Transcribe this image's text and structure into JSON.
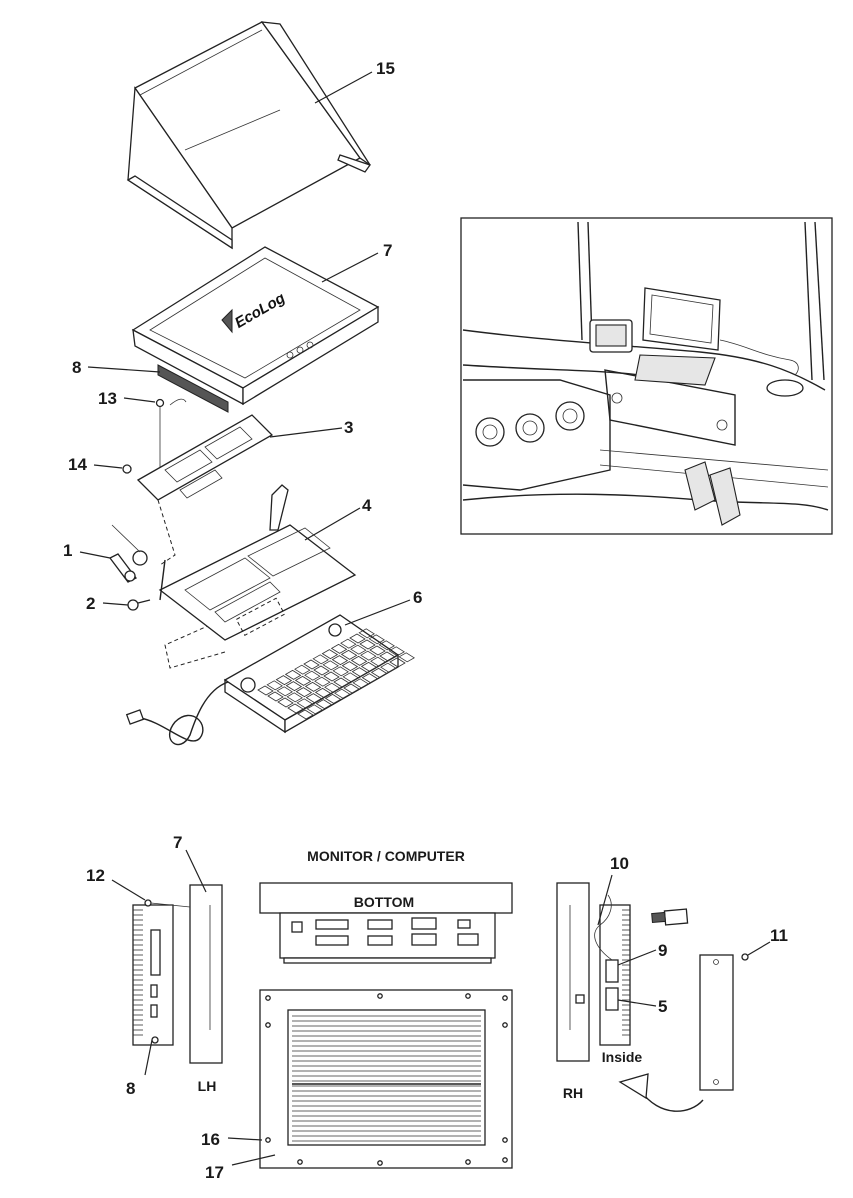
{
  "callouts": {
    "c15": "15",
    "c7": "7",
    "c8": "8",
    "c13": "13",
    "c3": "3",
    "c14": "14",
    "c4": "4",
    "c1": "1",
    "c2": "2",
    "c6": "6",
    "c12": "12",
    "c7b": "7",
    "c8b": "8",
    "c10": "10",
    "c9": "9",
    "c5": "5",
    "c11": "11",
    "c16": "16",
    "c17": "17"
  },
  "labels": {
    "monitor_computer": "MONITOR / COMPUTER",
    "bottom": "BOTTOM",
    "lh": "LH",
    "rh": "RH",
    "inside": "Inside"
  },
  "logo_text": "EcoLog",
  "colors": {
    "line": "#222222",
    "background": "#ffffff"
  }
}
